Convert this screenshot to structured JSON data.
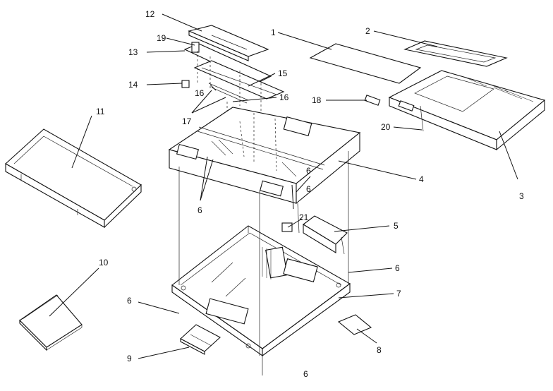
{
  "callouts": {
    "c1": "1",
    "c2": "2",
    "c3": "3",
    "c4": "4",
    "c5": "5",
    "c6a": "6",
    "c6b": "6",
    "c6c": "6",
    "c6d": "6",
    "c6e": "6",
    "c6f": "6",
    "c7": "7",
    "c8": "8",
    "c9": "9",
    "c10": "10",
    "c11": "11",
    "c12": "12",
    "c13": "13",
    "c14": "14",
    "c15": "15",
    "c16a": "16",
    "c16b": "16",
    "c17": "17",
    "c18": "18",
    "c19": "19",
    "c20": "20",
    "c21": "21"
  }
}
